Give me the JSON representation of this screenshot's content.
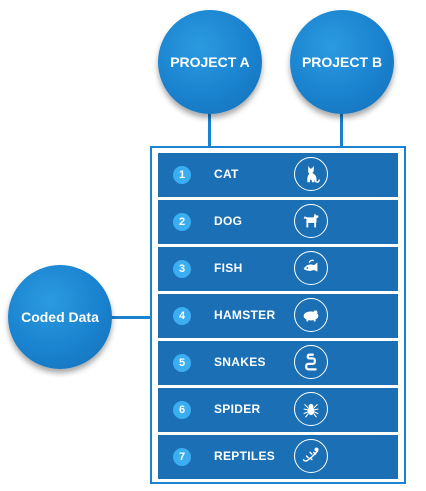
{
  "projects": {
    "a": "PROJECT A",
    "b": "PROJECT B"
  },
  "coded_data": "Coded Data",
  "items": [
    {
      "num": "1",
      "label": "CAT",
      "icon": "cat-icon"
    },
    {
      "num": "2",
      "label": "DOG",
      "icon": "dog-icon"
    },
    {
      "num": "3",
      "label": "FISH",
      "icon": "fish-icon"
    },
    {
      "num": "4",
      "label": "HAMSTER",
      "icon": "hamster-icon"
    },
    {
      "num": "5",
      "label": "SNAKES",
      "icon": "snake-icon"
    },
    {
      "num": "6",
      "label": "SPIDER",
      "icon": "spider-icon"
    },
    {
      "num": "7",
      "label": "REPTILES",
      "icon": "lizard-icon"
    }
  ],
  "colors": {
    "accent": "#1a82cf",
    "row": "#1a6fb5",
    "badge": "#3aaef0"
  }
}
